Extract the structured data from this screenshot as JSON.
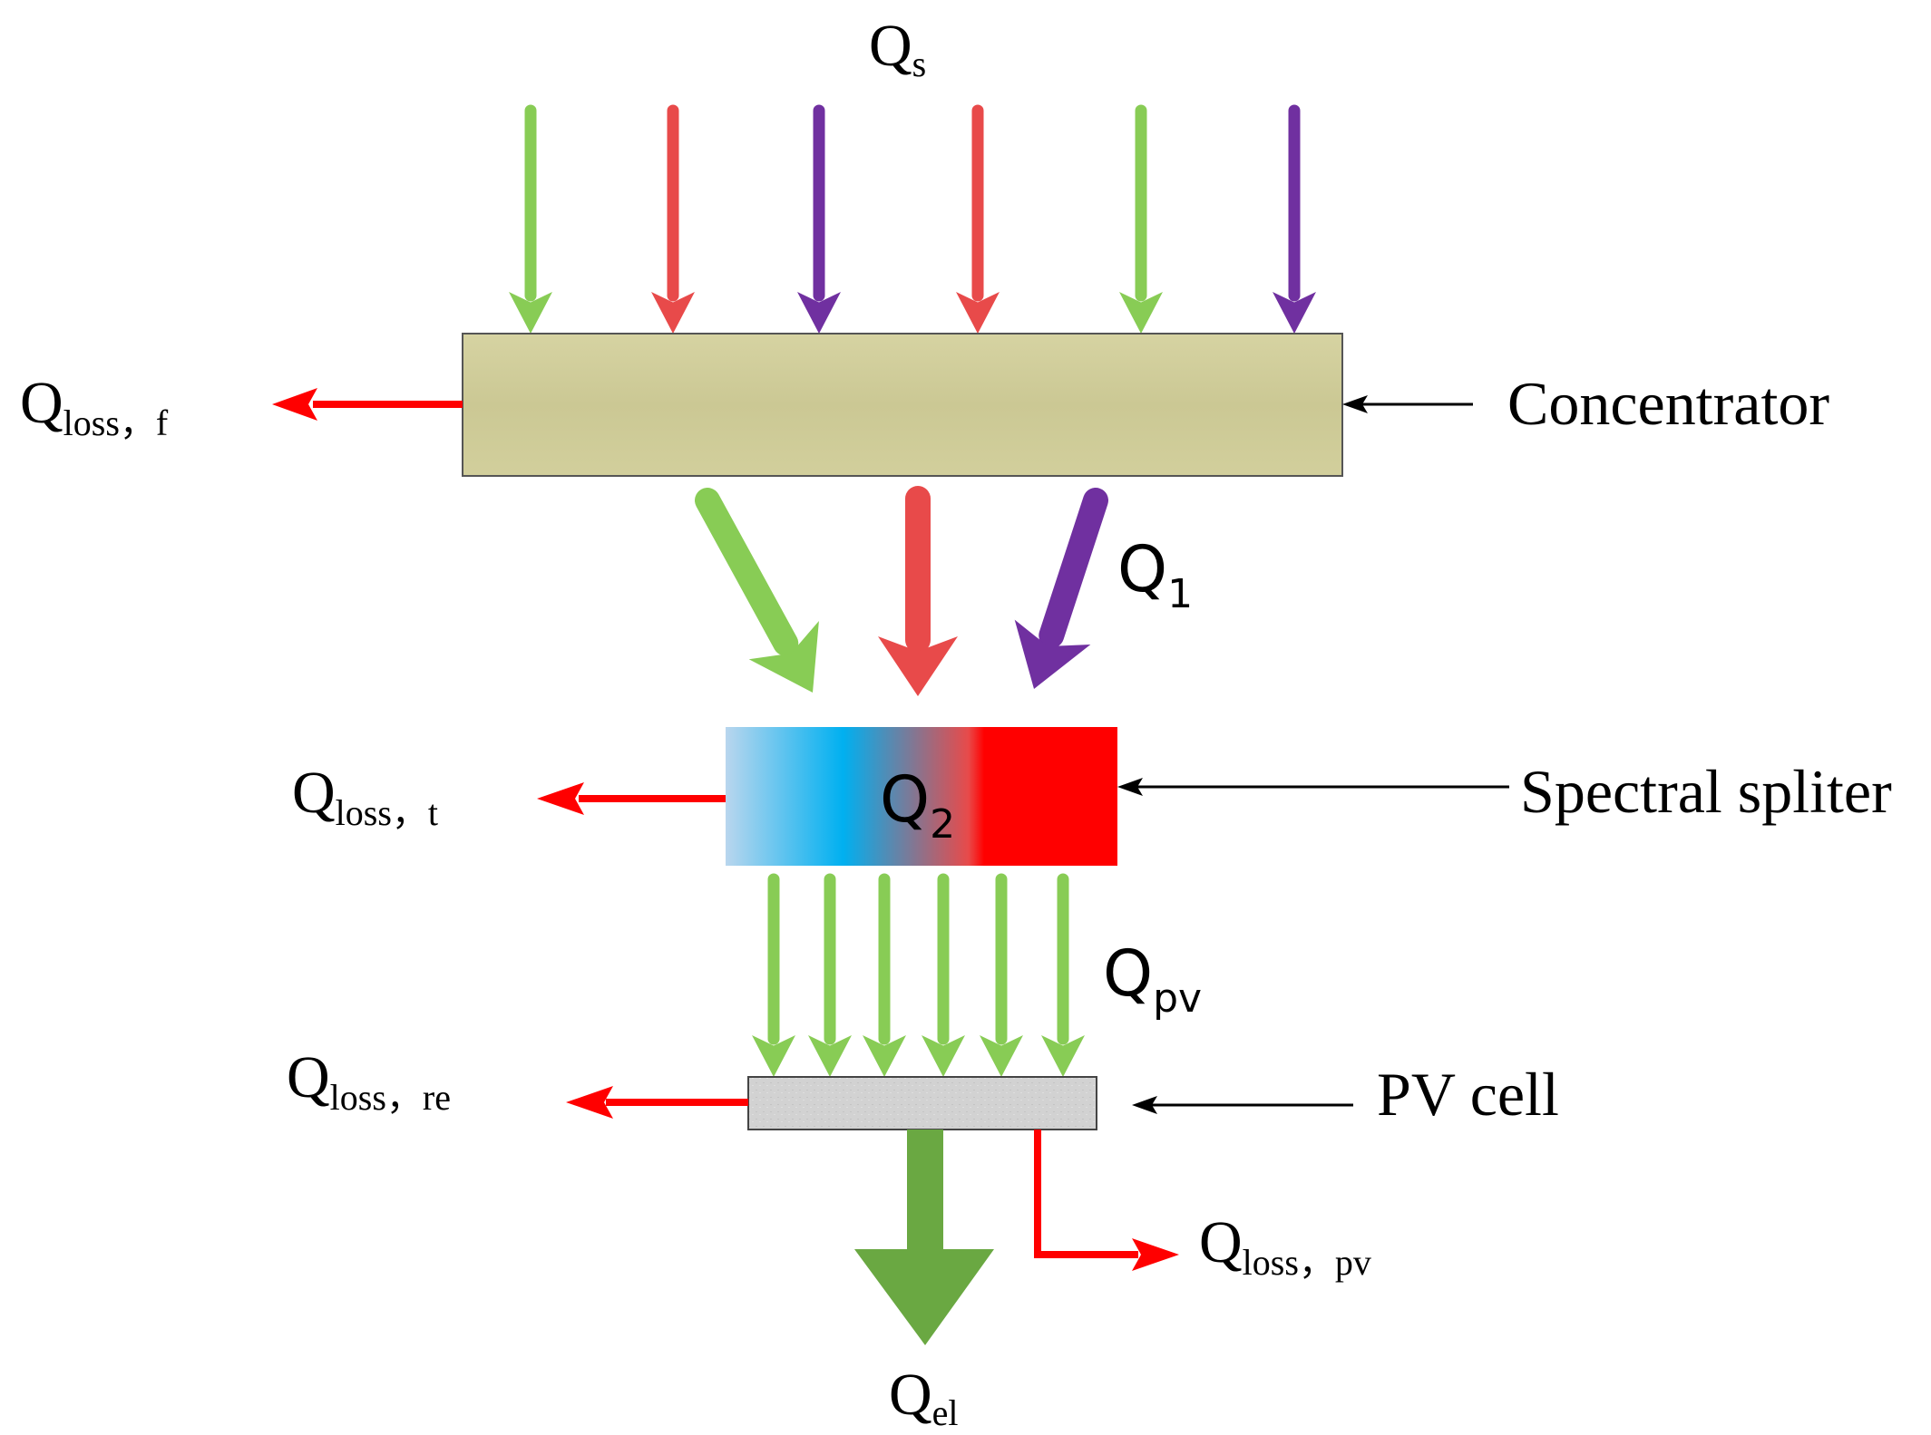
{
  "colors": {
    "green": "#88cc55",
    "red": "#e84a4a",
    "purple": "#7030a0",
    "loss_red": "#ff0000",
    "output_green": "#6aa842",
    "concentrator": "#d3d09a",
    "pv_cell": "#d4d4d4"
  },
  "labels": {
    "qs": {
      "main": "Q",
      "sub": "s"
    },
    "q1": {
      "main": "Q",
      "sub": "1"
    },
    "q2": {
      "main": "Q",
      "sub": "2"
    },
    "qpv": {
      "main": "Q",
      "sub": "pv"
    },
    "qel": {
      "main": "Q",
      "sub": "el"
    },
    "loss_f": {
      "main": "Q",
      "sub": "loss，f"
    },
    "loss_t": {
      "main": "Q",
      "sub": "loss，t"
    },
    "loss_re": {
      "main": "Q",
      "sub": "loss，re"
    },
    "loss_pv": {
      "main": "Q",
      "sub": "loss，pv"
    }
  },
  "components": {
    "concentrator": "Concentrator",
    "splitter": "Spectral spliter",
    "pv_cell": "PV cell"
  },
  "incoming_ray_colors": [
    "green",
    "red",
    "purple",
    "red",
    "green",
    "purple"
  ],
  "focused_ray_colors": [
    "green",
    "red",
    "purple"
  ],
  "pv_ray_colors": [
    "green",
    "green",
    "green",
    "green",
    "green",
    "green"
  ]
}
